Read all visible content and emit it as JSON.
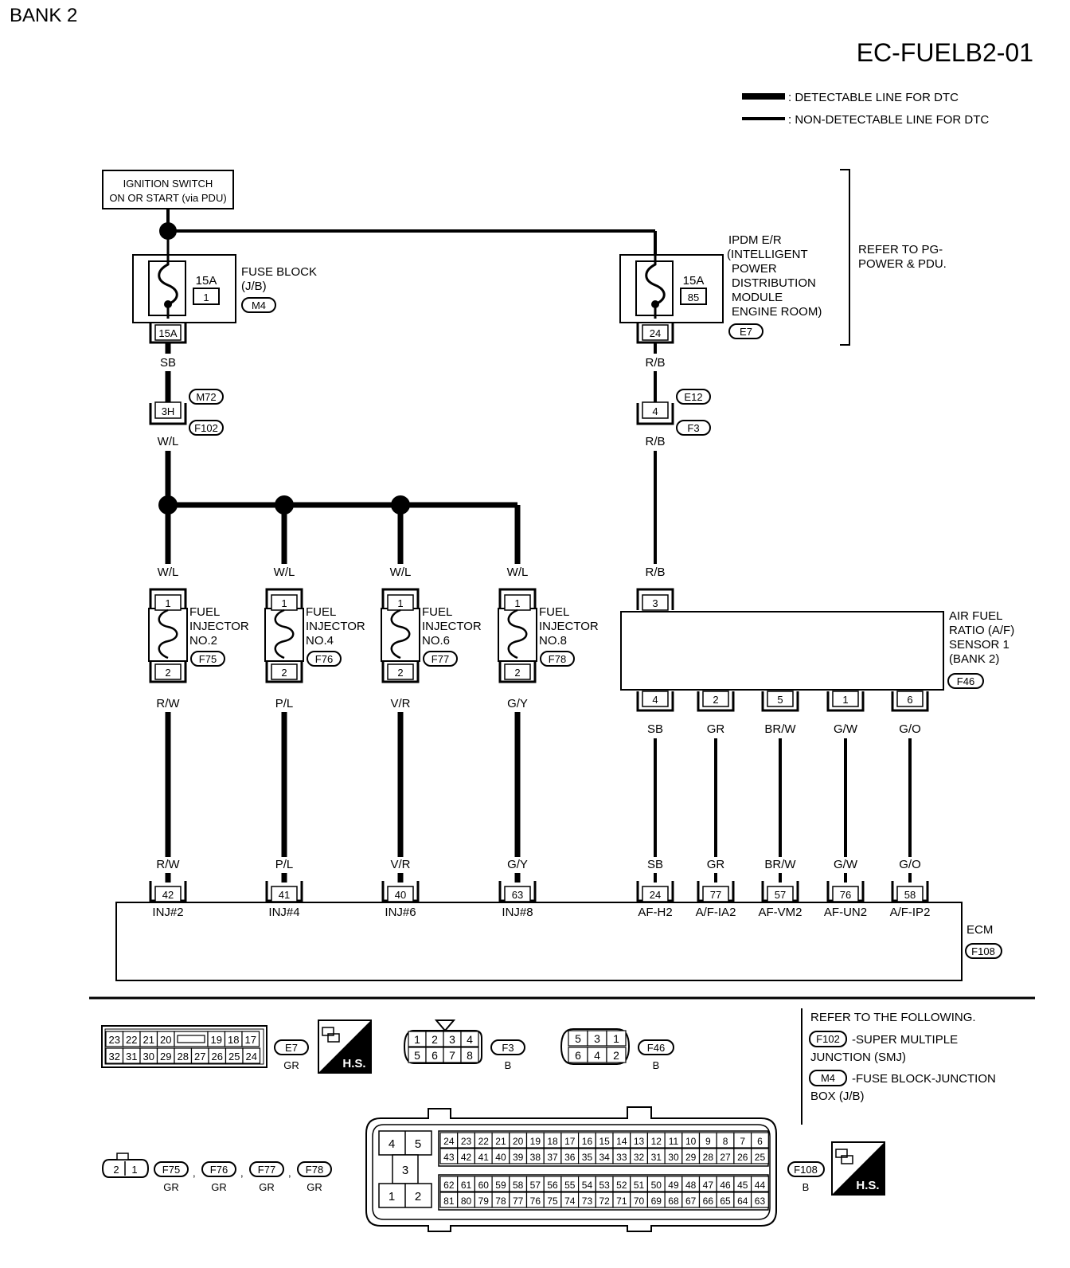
{
  "header": {
    "bank": "BANK 2",
    "code": "EC-FUELB2-01"
  },
  "legend": {
    "thick": ": DETECTABLE LINE FOR DTC",
    "thin": ": NON-DETECTABLE LINE FOR DTC"
  },
  "ignition": {
    "line1": "IGNITION SWITCH",
    "line2": "ON OR START (via PDU)"
  },
  "fuse_block": {
    "amp": "15A",
    "num": "1",
    "term": "15A",
    "name1": "FUSE BLOCK",
    "name2": "(J/B)",
    "conn": "M4"
  },
  "ipdm": {
    "amp": "15A",
    "num": "85",
    "term": "24",
    "l1": "IPDM E/R",
    "l2": "(INTELLIGENT",
    "l3": "POWER",
    "l4": "DISTRIBUTION",
    "l5": "MODULE",
    "l6": "ENGINE ROOM)",
    "conn": "E7"
  },
  "refer_pg": {
    "l1": "REFER TO PG-",
    "l2": "POWER & PDU."
  },
  "left_chain": {
    "w1": "SB",
    "pin": "3H",
    "connA": "M72",
    "connB": "F102",
    "w2": "W/L"
  },
  "right_chain": {
    "w1": "R/B",
    "pin": "4",
    "connA": "E12",
    "connB": "F3",
    "w2": "R/B",
    "w3": "R/B"
  },
  "injectors": [
    {
      "win": "W/L",
      "p1": "1",
      "p2": "2",
      "name1": "FUEL",
      "name2": "INJECTOR",
      "name3": "NO.2",
      "conn": "F75",
      "wout": "R/W",
      "wecm": "R/W",
      "ecm_pin": "42",
      "ecm_label": "INJ#2"
    },
    {
      "win": "W/L",
      "p1": "1",
      "p2": "2",
      "name1": "FUEL",
      "name2": "INJECTOR",
      "name3": "NO.4",
      "conn": "F76",
      "wout": "P/L",
      "wecm": "P/L",
      "ecm_pin": "41",
      "ecm_label": "INJ#4"
    },
    {
      "win": "W/L",
      "p1": "1",
      "p2": "2",
      "name1": "FUEL",
      "name2": "INJECTOR",
      "name3": "NO.6",
      "conn": "F77",
      "wout": "V/R",
      "wecm": "V/R",
      "ecm_pin": "40",
      "ecm_label": "INJ#6"
    },
    {
      "win": "W/L",
      "p1": "1",
      "p2": "2",
      "name1": "FUEL",
      "name2": "INJECTOR",
      "name3": "NO.8",
      "conn": "F78",
      "wout": "G/Y",
      "wecm": "G/Y",
      "ecm_pin": "63",
      "ecm_label": "INJ#8"
    }
  ],
  "af_sensor": {
    "in_pin": "3",
    "l1": "AIR FUEL",
    "l2": "RATIO (A/F)",
    "l3": "SENSOR 1",
    "l4": "(BANK 2)",
    "conn": "F46",
    "pins": [
      {
        "pin": "4",
        "wire": "SB",
        "wire2": "SB",
        "ecm_pin": "24",
        "ecm_label": "AF-H2"
      },
      {
        "pin": "2",
        "wire": "GR",
        "wire2": "GR",
        "ecm_pin": "77",
        "ecm_label": "A/F-IA2"
      },
      {
        "pin": "5",
        "wire": "BR/W",
        "wire2": "BR/W",
        "ecm_pin": "57",
        "ecm_label": "AF-VM2"
      },
      {
        "pin": "1",
        "wire": "G/W",
        "wire2": "G/W",
        "ecm_pin": "76",
        "ecm_label": "AF-UN2"
      },
      {
        "pin": "6",
        "wire": "G/O",
        "wire2": "G/O",
        "ecm_pin": "58",
        "ecm_label": "A/F-IP2"
      }
    ]
  },
  "ecm": {
    "name": "ECM",
    "conn": "F108"
  },
  "connectors": {
    "e7": {
      "row1": [
        "23",
        "22",
        "21",
        "20",
        "",
        "19",
        "18",
        "17"
      ],
      "row2": [
        "32",
        "31",
        "30",
        "29",
        "28",
        "27",
        "26",
        "25",
        "24"
      ],
      "tag": "E7",
      "color": "GR",
      "hs": "H.S."
    },
    "f3": {
      "row1": [
        "1",
        "2",
        "3",
        "4"
      ],
      "row2": [
        "5",
        "6",
        "7",
        "8"
      ],
      "tag": "F3",
      "color": "B"
    },
    "f46": {
      "row1": [
        "5",
        "3",
        "1"
      ],
      "row2": [
        "6",
        "4",
        "2"
      ],
      "tag": "F46",
      "color": "B"
    },
    "inj": {
      "pins": [
        "2",
        "1"
      ],
      "tags": [
        "F75",
        "F76",
        "F77",
        "F78"
      ],
      "colors": [
        "GR",
        "GR",
        "GR",
        "GR"
      ],
      "sep": ","
    },
    "f108": {
      "big": [
        "4",
        "5",
        "3",
        "1",
        "2"
      ],
      "r1": [
        "24",
        "23",
        "22",
        "21",
        "20",
        "19",
        "18",
        "17",
        "16",
        "15",
        "14",
        "13",
        "12",
        "11",
        "10",
        "9",
        "8",
        "7",
        "6"
      ],
      "r2": [
        "43",
        "42",
        "41",
        "40",
        "39",
        "38",
        "37",
        "36",
        "35",
        "34",
        "33",
        "32",
        "31",
        "30",
        "29",
        "28",
        "27",
        "26",
        "25"
      ],
      "r3": [
        "62",
        "61",
        "60",
        "59",
        "58",
        "57",
        "56",
        "55",
        "54",
        "53",
        "52",
        "51",
        "50",
        "49",
        "48",
        "47",
        "46",
        "45",
        "44"
      ],
      "r4": [
        "81",
        "80",
        "79",
        "78",
        "77",
        "76",
        "75",
        "74",
        "73",
        "72",
        "71",
        "70",
        "69",
        "68",
        "67",
        "66",
        "65",
        "64",
        "63"
      ],
      "tag": "F108",
      "color": "B",
      "hs": "H.S."
    }
  },
  "refer_following": {
    "title": "REFER TO THE FOLLOWING.",
    "smj_tag": "F102",
    "smj1": "-SUPER MULTIPLE",
    "smj2": "JUNCTION (SMJ)",
    "jb_tag": "M4",
    "jb1": "-FUSE BLOCK-JUNCTION",
    "jb2": "BOX (J/B)"
  }
}
